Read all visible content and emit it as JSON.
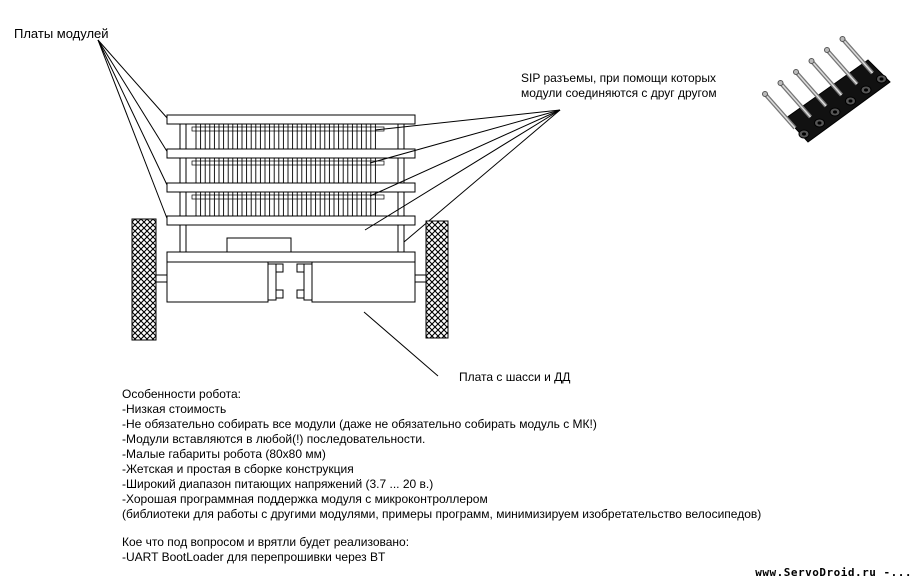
{
  "labels": {
    "module_boards": "Платы модулей",
    "sip_connectors_line1": "SIP разъемы, при помощи которых",
    "sip_connectors_line2": "модули соединяются с друг другом",
    "chassis_board": "Плата с шасси и ДД"
  },
  "features": {
    "title": "Особенности робота:",
    "items": [
      "-Низкая стоимость",
      "-Не обязательно собирать все модули (даже не обязательно собирать модуль с МК!)",
      "-Модули вставляются в любой(!) последовательности.",
      "-Малые габариты робота (80x80 мм)",
      "-Жетская и простая в сборке конструкция",
      "-Широкий диапазон питающих напряжений (3.7 ... 20 в.)",
      "-Хорошая программная поддержка модуля с микроконтроллером",
      "(библиотеки для работы с другими модулями, примеры программ, минимизируем изобретательство велосипедов)"
    ]
  },
  "future": {
    "title": "Кое что под вопросом и врятли будет реализовано:",
    "items": [
      "-UART BootLoader для перепрошивки через BT"
    ]
  },
  "watermark": "www.ServoDroid.ru -..."
}
